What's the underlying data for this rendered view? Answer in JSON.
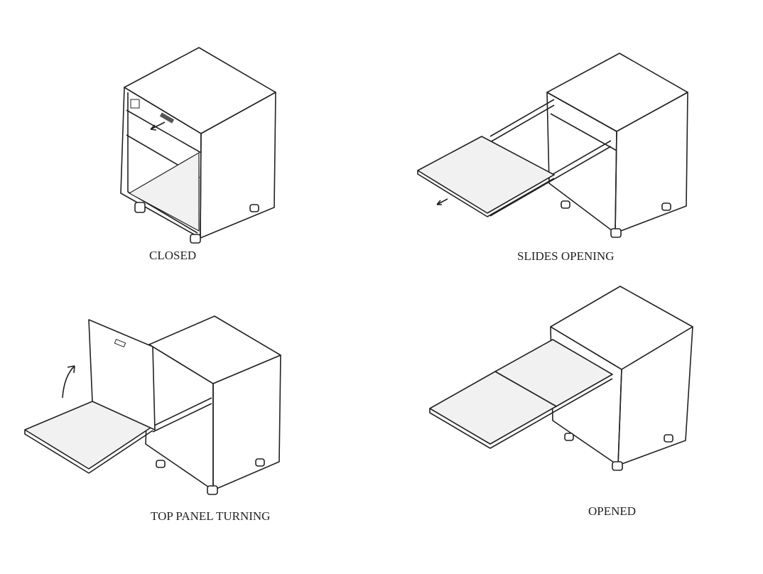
{
  "figures": [
    {
      "label": "CLOSED"
    },
    {
      "label": "SLIDES OPENING"
    },
    {
      "label": "TOP PANEL TURNING"
    },
    {
      "label": "OPENED"
    }
  ],
  "colors": {
    "line": "#222222",
    "panel_fill": "#f1f1f1",
    "background": "#ffffff"
  }
}
